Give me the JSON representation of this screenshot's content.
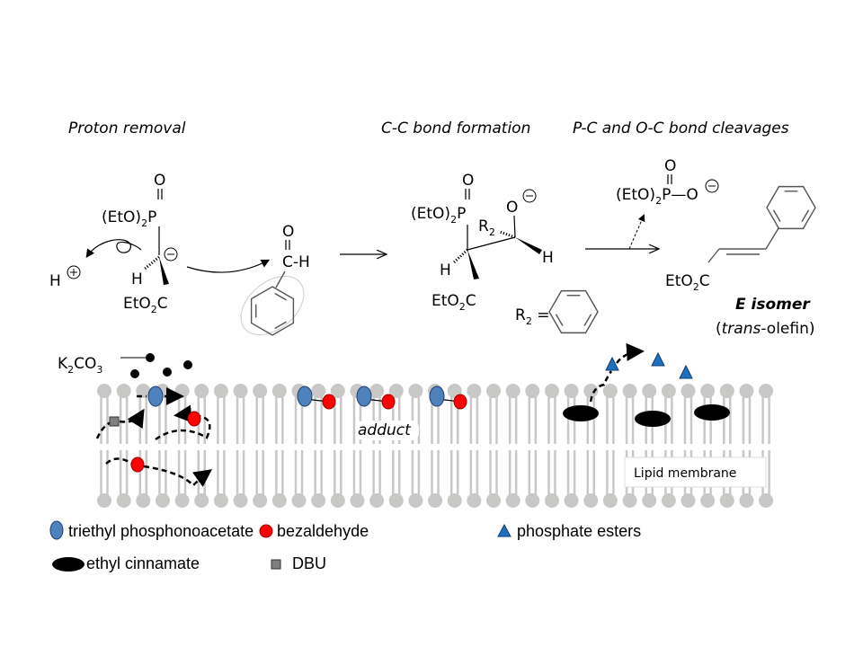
{
  "steps": {
    "proton_removal": "Proton removal",
    "cc_bond": "C-C bond formation",
    "cleavage": "P-C and O-C bond cleavages"
  },
  "chem": {
    "eto": "(EtO)",
    "two": "2",
    "p": "P",
    "o": "O",
    "h": "H",
    "ch": "C-H",
    "eto2c_a": "EtO",
    "eto2c_b": "C",
    "r": "R",
    "r2_eq": " =",
    "po_minus": "—O",
    "e_isomer": "E isomer",
    "trans_open": "(",
    "trans_it": "trans",
    "trans_rest": "-olefin)",
    "k": "K",
    "co": "CO",
    "three": "3"
  },
  "membrane": {
    "adduct_label": "adduct",
    "box_label": "Lipid membrane"
  },
  "legend": {
    "items": [
      {
        "label": "triethyl phosphonoacetate",
        "symbol": "blue-ellipse"
      },
      {
        "label": "bezaldehyde",
        "symbol": "red-circle"
      },
      {
        "label": "phosphate esters",
        "symbol": "blue-triangle"
      },
      {
        "label": "ethyl cinnamate",
        "symbol": "black-ellipse"
      },
      {
        "label": "DBU",
        "symbol": "gray-square"
      }
    ]
  },
  "colors": {
    "phosphonoacetate": "#4f81bd",
    "benzaldehyde": "#ff0000",
    "phosphate": "#1f6fbf",
    "cinnamate": "#000000",
    "dbu": "#7f7f7f",
    "lipid": "#c8c8c6"
  }
}
